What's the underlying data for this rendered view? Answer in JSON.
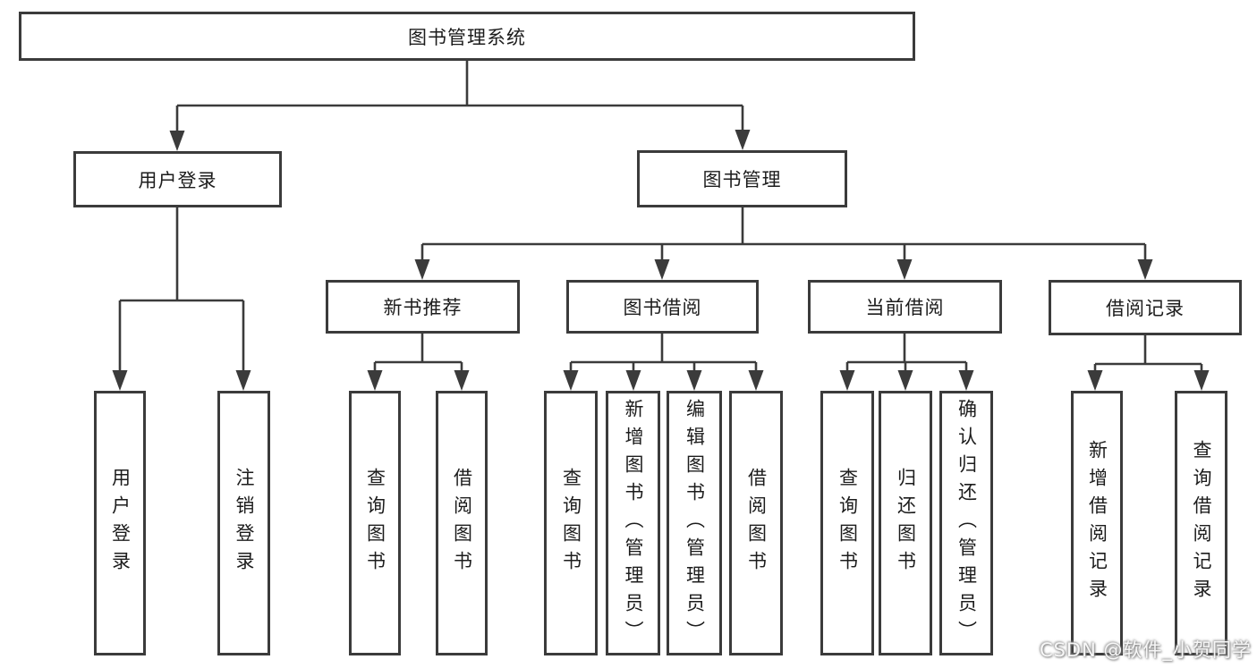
{
  "nodes": {
    "root": "图书管理系统",
    "user_login": "用户登录",
    "book_management": "图书管理",
    "new_book_recommend": "新书推荐",
    "book_borrow": "图书借阅",
    "current_borrow": "当前借阅",
    "borrow_records": "借阅记录",
    "leaf_user_login": "用户登录",
    "leaf_logout": "注销登录",
    "leaf_query_books_recommend": "查询图书",
    "leaf_borrow_books_recommend": "借阅图书",
    "leaf_query_books_borrow": "查询图书",
    "leaf_add_books_admin": "新增图书（管理员）",
    "leaf_edit_books_admin": "编辑图书（管理员）",
    "leaf_borrow_books_borrow": "借阅图书",
    "leaf_query_books_current": "查询图书",
    "leaf_return_books": "归还图书",
    "leaf_confirm_return_admin": "确认归还（管理员）",
    "leaf_add_borrow_record": "新增借阅记录",
    "leaf_query_borrow_record": "查询借阅记录"
  },
  "watermark": "CSDN @软件_小贺同学",
  "colors": {
    "line": "#3b3b3b",
    "text": "#1c1c1c",
    "background": "#ffffff"
  }
}
